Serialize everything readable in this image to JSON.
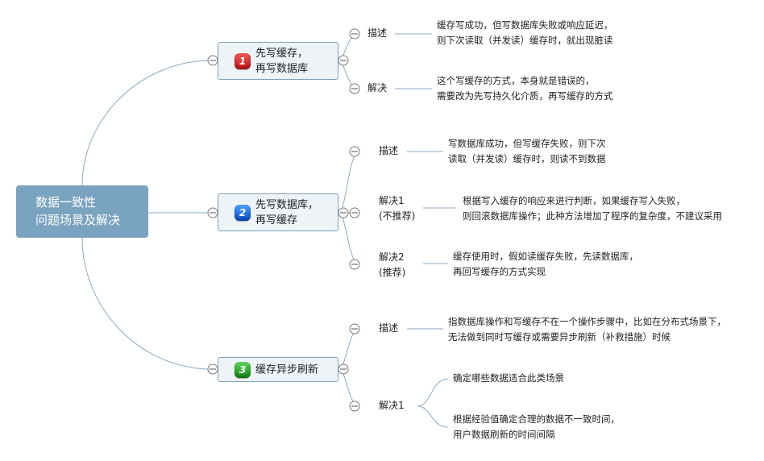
{
  "root": {
    "line1": "数据一致性",
    "line2": "问题场景及解决"
  },
  "colors": {
    "root_fill": "#7aa3bf",
    "line": "#8caac3",
    "branch_fill": "#eef3f8",
    "branch_border": "#7e9fb6"
  },
  "branches": [
    {
      "badge": "1",
      "badge_color": "red",
      "line1": "先写缓存，",
      "line2": "再写数据库",
      "children": [
        {
          "label": "描述",
          "text1": "缓存写成功，但写数据库失败或响应延迟，",
          "text2": "则下次读取（并发读）缓存时，就出现脏读"
        },
        {
          "label": "解决",
          "text1": "这个写缓存的方式，本身就是错误的，",
          "text2": "需要改为先写持久化介质，再写缓存的方式"
        }
      ]
    },
    {
      "badge": "2",
      "badge_color": "blue",
      "line1": "先写数据库，",
      "line2": "再写缓存",
      "children": [
        {
          "label": "描述",
          "text1": "写数据库成功，但写缓存失败，则下次",
          "text2": "读取（并发读）缓存时，则读不到数据"
        },
        {
          "label": "解决1",
          "label2": "(不推荐)",
          "text1": "根据写入缓存的响应来进行判断，如果缓存写入失败，",
          "text2": "则回滚数据库操作；此种方法增加了程序的复杂度，不建议采用"
        },
        {
          "label": "解决2",
          "label2": "(推荐)",
          "text1": "缓存使用时，假如读缓存失败，先读数据库，",
          "text2": "再回写缓存的方式实现"
        }
      ]
    },
    {
      "badge": "3",
      "badge_color": "green",
      "line1": "缓存异步刷新",
      "children": [
        {
          "label": "描述",
          "text1": "指数据库操作和写缓存不在一个操作步骤中，比如在分布式场景下，",
          "text2": "无法做到同时写缓存或需要异步刷新（补救措施）时候"
        },
        {
          "label": "解决1",
          "items": [
            {
              "text1": "确定哪些数据适合此类场景"
            },
            {
              "text1": "根据经验值确定合理的数据不一致时间，",
              "text2": "用户数据刷新的时间间隔"
            }
          ]
        }
      ]
    }
  ]
}
